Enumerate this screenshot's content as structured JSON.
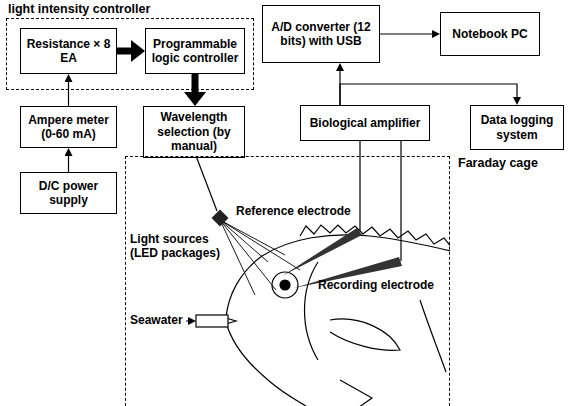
{
  "diagram": {
    "nodes": [
      {
        "text": [
          "light intensity controller"
        ]
      },
      {
        "text": [
          "Resistance × 8 EA"
        ],
        "in": 0
      },
      {
        "text": [
          "Programmable logic controller"
        ],
        "in": 0
      },
      {
        "text": [
          "A/D converter (12 bits) with USB"
        ]
      },
      {
        "text": [
          "Notebook PC"
        ]
      },
      {
        "text": [
          "Ampere meter (0-60 mA)"
        ]
      },
      {
        "text": [
          "Wavelength selection (by manual)"
        ]
      },
      {
        "text": [
          "Biological amplifier"
        ]
      },
      {
        "text": [
          "Data logging system"
        ]
      },
      {
        "text": [
          "D/C power supply"
        ]
      },
      {
        "text": [
          "Faraday cage"
        ]
      }
    ],
    "edges": [
      {
        "from": 9,
        "to": 5,
        "arrow": "to"
      },
      {
        "from": 5,
        "to": 1,
        "arrow": "to"
      },
      {
        "from": 1,
        "to": 2,
        "arrow": "to"
      },
      {
        "from": 2,
        "to": 6,
        "arrow": "to"
      },
      {
        "from": 7,
        "to": 3,
        "arrow": "to"
      },
      {
        "from": 3,
        "to": 4,
        "arrow": "to"
      },
      {
        "from": 7,
        "to": 8,
        "arrow": "to"
      }
    ],
    "labels": [
      "Light sources (LED packages)",
      "Reference electrode",
      "Recording electrode",
      "Seawater"
    ]
  }
}
